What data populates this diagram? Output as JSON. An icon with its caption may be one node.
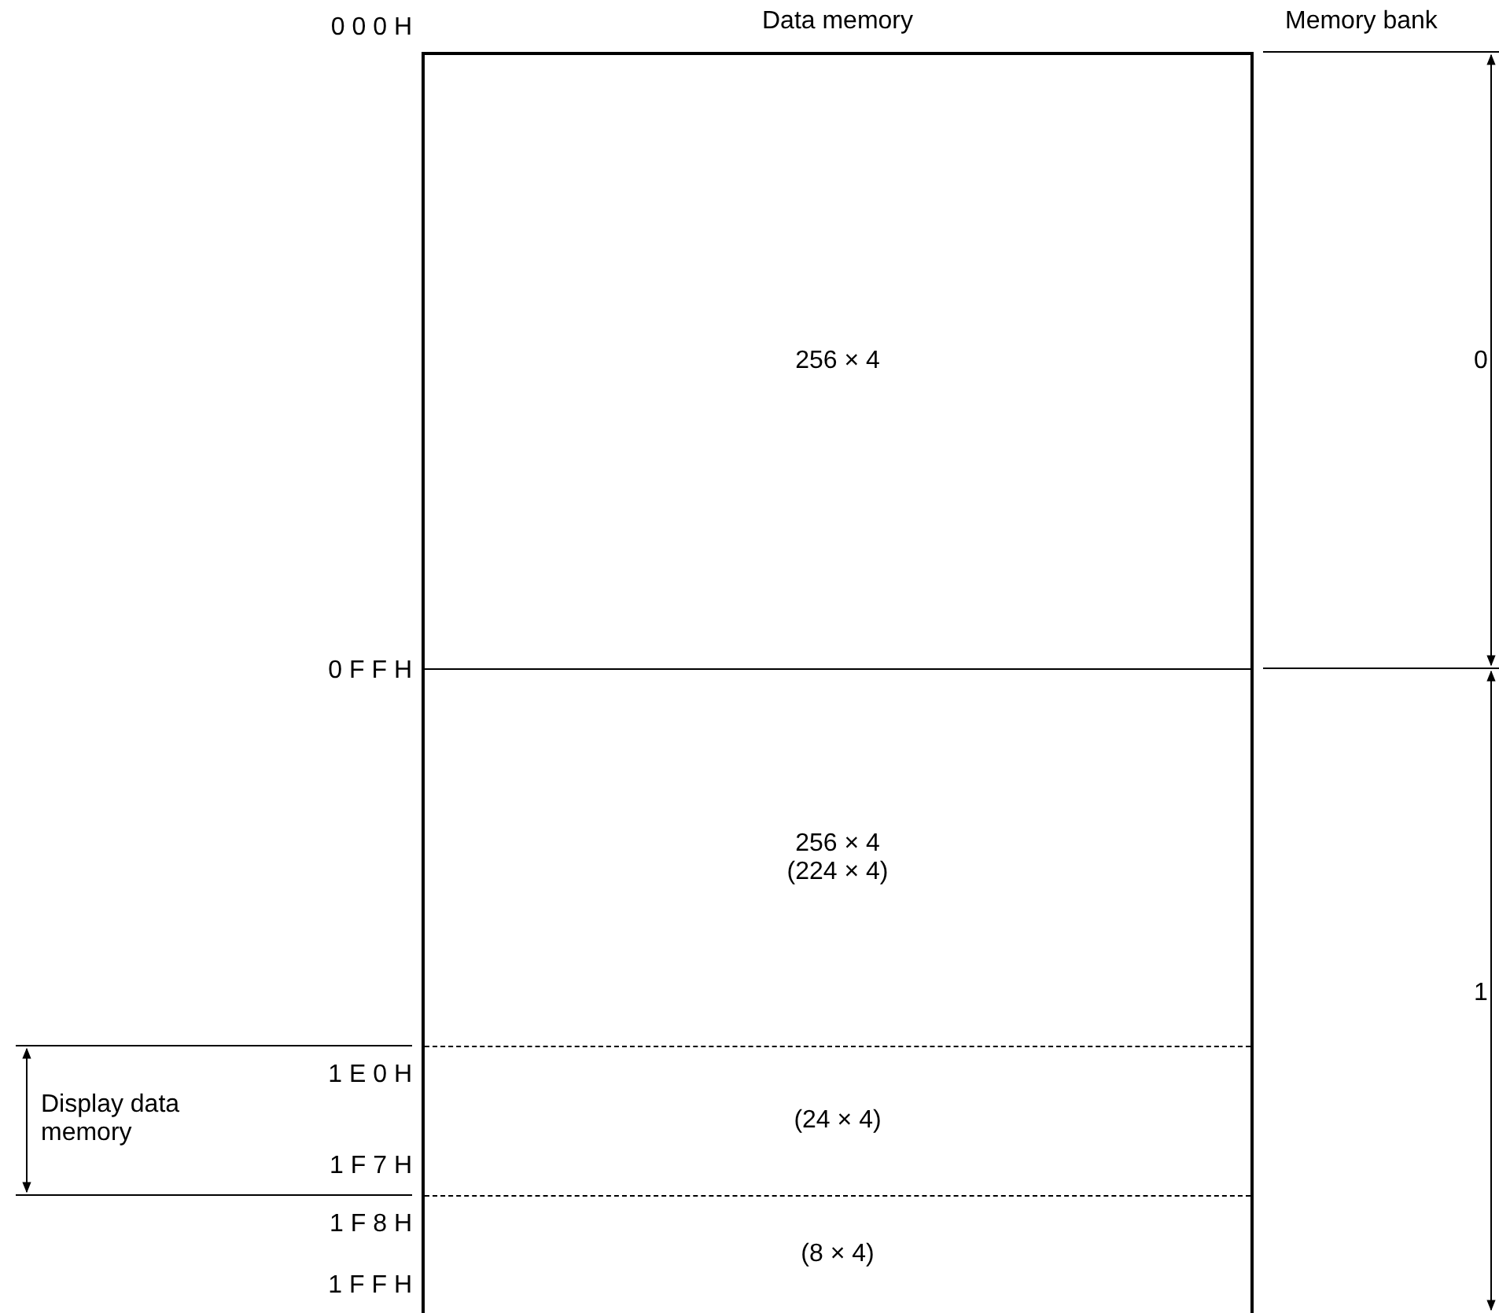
{
  "diagram": {
    "nodes": [
      {
        "text": [
          "Data memory"
        ]
      },
      {
        "text": [
          "256 × 4"
        ],
        "in": 0
      },
      {
        "text": [
          "256 × 4",
          "(224 × 4)"
        ],
        "in": 0
      },
      {
        "text": [
          "(24 × 4)"
        ],
        "in": 0
      },
      {
        "text": [
          "(8 × 4)"
        ],
        "in": 0
      }
    ],
    "edges": [],
    "labels": [
      "Memory bank",
      "0 0 0 H",
      "0",
      "0 F F H",
      "1",
      "Display data memory",
      "1 E 0 H",
      "1 F 7 H",
      "1 F 8 H",
      "1 F F H"
    ]
  }
}
